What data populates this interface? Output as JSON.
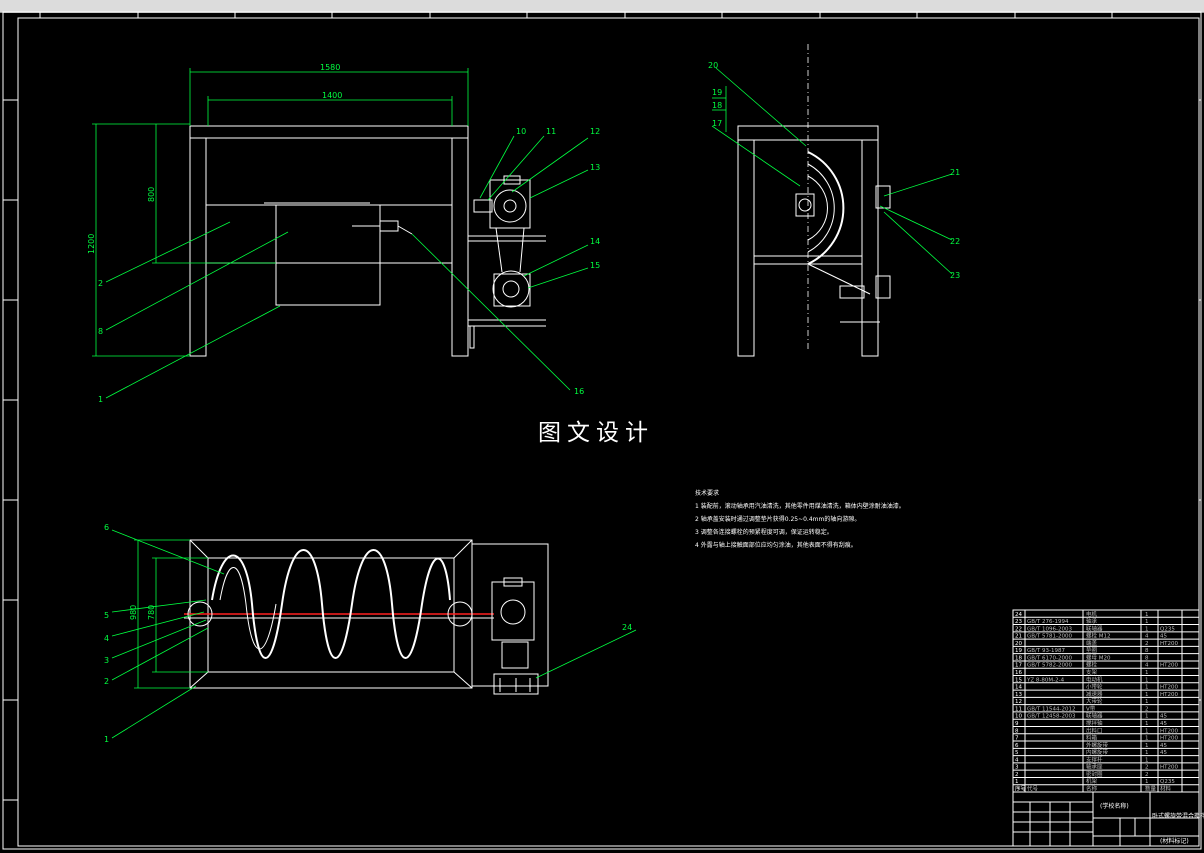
{
  "watermark": "图文设计",
  "dimensions": {
    "d1580": "1580",
    "d1400": "1400",
    "d1200": "1200",
    "d800": "800",
    "d980": "980",
    "d780": "780"
  },
  "front_callouts": [
    "10",
    "11",
    "12",
    "13",
    "14",
    "15",
    "16",
    "2",
    "8",
    "1"
  ],
  "side_callouts": [
    "20",
    "19",
    "18",
    "17",
    "21",
    "22",
    "23"
  ],
  "top_callouts": [
    "6",
    "5",
    "4",
    "3",
    "2",
    "1",
    "24"
  ],
  "notes": {
    "title": "技术要求",
    "lines": [
      "1 装配前，滚动轴承用汽油清洗，其他零件用煤油清洗，箱体内壁涂耐油油漆。",
      "2 轴承盖安装时通过调整垫片获得0.25~0.4mm的轴向游隙。",
      "3 调整各连接螺栓的预紧程度可调，保证运转稳定。",
      "4 外露与轴上接触面部位应均匀涂油，其他表面不得有刮痕。"
    ]
  },
  "title_block": {
    "drawing_title": "卧式螺旋带混合搅拌机",
    "company": "(学校名称)",
    "material_note": "(材料标记)"
  },
  "bom": [
    {
      "no": "24",
      "code": "",
      "name": "电机",
      "qty": "1",
      "material": ""
    },
    {
      "no": "23",
      "code": "GB/T 276-1994",
      "name": "轴承",
      "qty": "1",
      "material": ""
    },
    {
      "no": "22",
      "code": "GB/T 1096-2003",
      "name": "联轴器",
      "qty": "1",
      "material": "Q235"
    },
    {
      "no": "21",
      "code": "GB/T 5781-2000",
      "name": "螺栓 M12",
      "qty": "4",
      "material": "45"
    },
    {
      "no": "20",
      "code": "",
      "name": "端盖",
      "qty": "2",
      "material": "HT200"
    },
    {
      "no": "19",
      "code": "GB/T 93-1987",
      "name": "垫圈",
      "qty": "8",
      "material": ""
    },
    {
      "no": "18",
      "code": "GB/T 6170-2000",
      "name": "螺母 M20",
      "qty": "8",
      "material": ""
    },
    {
      "no": "17",
      "code": "GB/T 5782-2000",
      "name": "螺栓",
      "qty": "4",
      "material": "HT200"
    },
    {
      "no": "16",
      "code": "",
      "name": "支架",
      "qty": "1",
      "material": ""
    },
    {
      "no": "15",
      "code": "YZ 8-80M-2-4",
      "name": "电动机",
      "qty": "1",
      "material": ""
    },
    {
      "no": "14",
      "code": "",
      "name": "小带轮",
      "qty": "1",
      "material": "HT200"
    },
    {
      "no": "13",
      "code": "",
      "name": "减速器",
      "qty": "1",
      "material": "HT200"
    },
    {
      "no": "12",
      "code": "",
      "name": "大带轮",
      "qty": "1",
      "material": ""
    },
    {
      "no": "11",
      "code": "GB/T 11544-2012",
      "name": "V带",
      "qty": "2",
      "material": ""
    },
    {
      "no": "10",
      "code": "GB/T 12458-2003",
      "name": "联轴器",
      "qty": "1",
      "material": "45"
    },
    {
      "no": "9",
      "code": "",
      "name": "搅拌轴",
      "qty": "1",
      "material": "45"
    },
    {
      "no": "8",
      "code": "",
      "name": "出料口",
      "qty": "1",
      "material": "HT200"
    },
    {
      "no": "7",
      "code": "",
      "name": "料箱",
      "qty": "1",
      "material": "HT200"
    },
    {
      "no": "6",
      "code": "",
      "name": "外螺旋带",
      "qty": "1",
      "material": "45"
    },
    {
      "no": "5",
      "code": "",
      "name": "内螺旋带",
      "qty": "1",
      "material": "45"
    },
    {
      "no": "4",
      "code": "",
      "name": "支撑杆",
      "qty": "1",
      "material": ""
    },
    {
      "no": "3",
      "code": "",
      "name": "轴承座",
      "qty": "2",
      "material": "HT200"
    },
    {
      "no": "2",
      "code": "",
      "name": "密封圈",
      "qty": "2",
      "material": ""
    },
    {
      "no": "1",
      "code": "",
      "name": "机架",
      "qty": "1",
      "material": "Q235"
    }
  ],
  "bom_header": {
    "no": "序号",
    "code": "代号",
    "name": "名称",
    "qty": "数量",
    "material": "材料"
  }
}
